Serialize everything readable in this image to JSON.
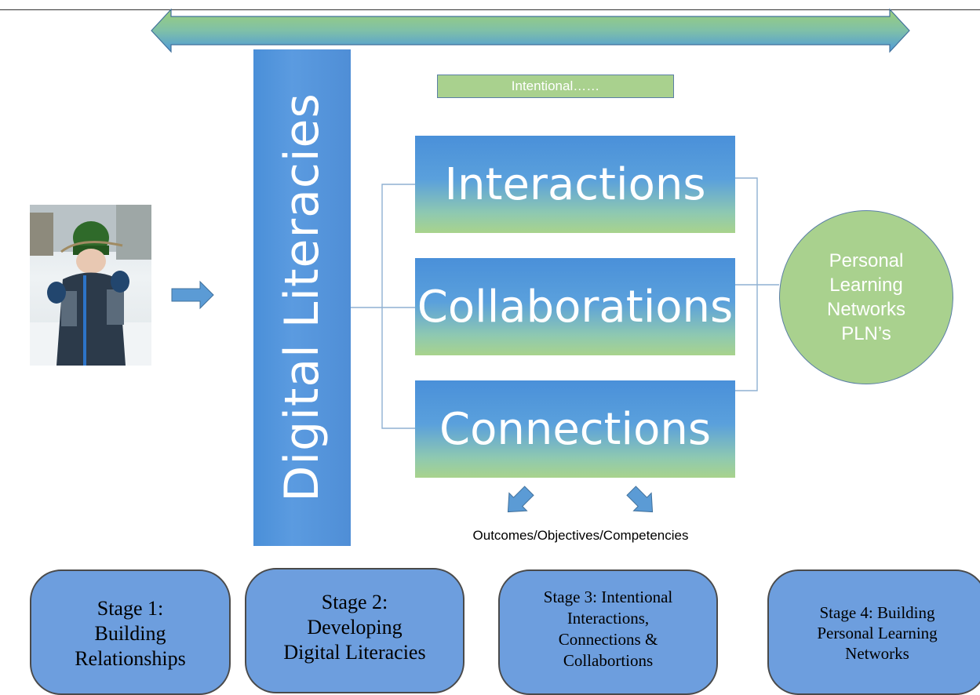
{
  "diagram": {
    "sidebar_label": "Digital Literacies",
    "intentional_label": "Intentional……",
    "center_boxes": [
      {
        "label": "Interactions"
      },
      {
        "label": "Collaborations"
      },
      {
        "label": "Connections"
      }
    ],
    "pln_circle": {
      "lines": [
        "Personal",
        "Learning",
        "Networks",
        "PLN’s"
      ]
    },
    "outcomes_label": "Outcomes/Objectives/Competencies",
    "stages": [
      {
        "lines": [
          "Stage 1:",
          "Building",
          "Relationships"
        ]
      },
      {
        "lines": [
          "Stage 2:",
          "Developing",
          "Digital Literacies"
        ]
      },
      {
        "lines": [
          "Stage 3: Intentional",
          "Interactions,",
          "Connections &",
          "Collabortions"
        ]
      },
      {
        "lines": [
          "Stage 4: Building",
          "Personal Learning",
          "Networks"
        ]
      }
    ]
  },
  "colors": {
    "blue": "#4a90d9",
    "green": "#a9d18e",
    "stage_fill": "#6d9ede",
    "connector": "#8fb1d2"
  }
}
